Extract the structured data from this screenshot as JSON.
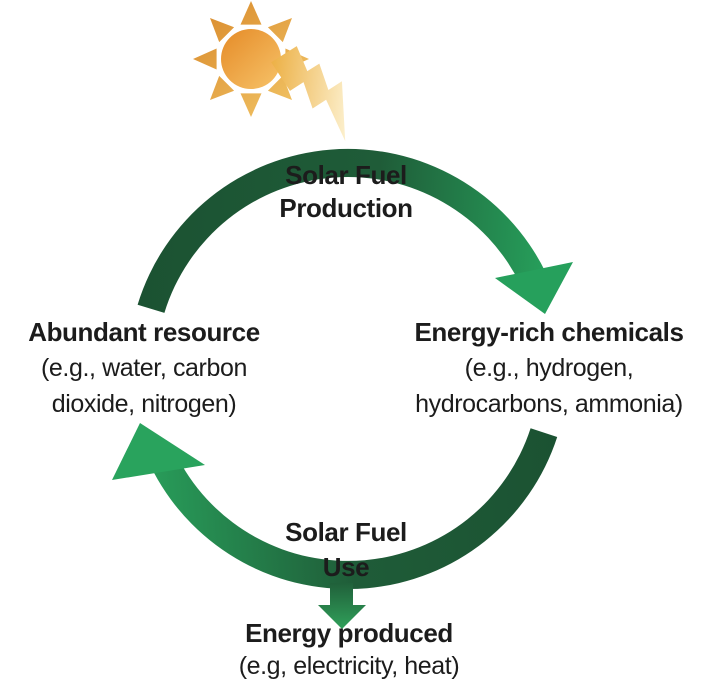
{
  "diagram": {
    "background": "#ffffff",
    "top_process": {
      "line1": "Solar Fuel",
      "line2": "Production"
    },
    "bottom_process": {
      "line1": "Solar Fuel",
      "line2": "Use"
    },
    "left_node": {
      "heading": "Abundant resource",
      "detail_line1": "(e.g., water, carbon",
      "detail_line2": "dioxide, nitrogen)"
    },
    "right_node": {
      "heading": "Energy-rich chemicals",
      "detail_line1": "(e.g., hydrogen,",
      "detail_line2": "hydrocarbons, ammonia)"
    },
    "output_node": {
      "heading": "Energy produced",
      "detail": "(e.g, electricity, heat)"
    },
    "icons": {
      "sun": "sun-icon",
      "lightning": "lightning-bolt-icon"
    },
    "colors": {
      "arc_dark_green": "#1f5c38",
      "arc_bright_green": "#27a55e",
      "sun_orange": "#e68e2b",
      "sun_light_orange": "#f6c167",
      "bolt_gold": "#ecae41",
      "bolt_pale": "#fdf4d6",
      "text": "#1c1c1c"
    }
  }
}
